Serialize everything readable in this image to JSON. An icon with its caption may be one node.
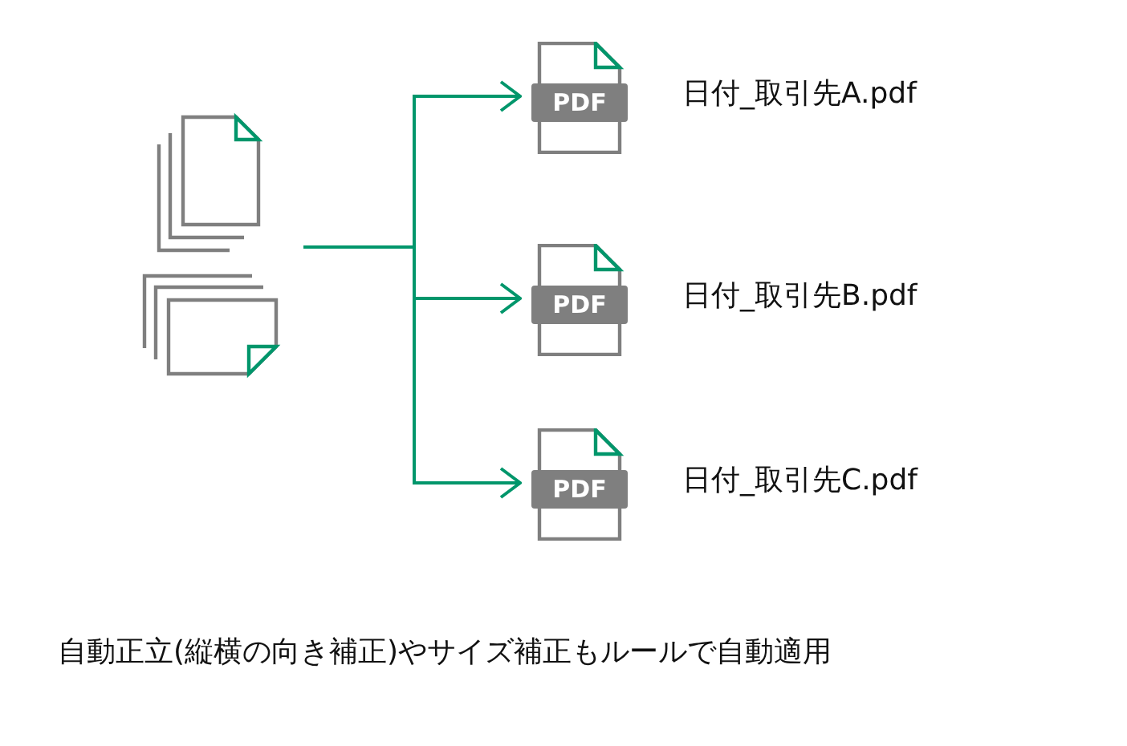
{
  "diagram": {
    "nodes": [
      {
        "text": [],
        "shape": "picture"
      },
      {
        "text": [
          "PDF"
        ],
        "beside": [
          "日付_取引先A.pdf"
        ]
      },
      {
        "text": [
          "PDF"
        ],
        "beside": [
          "日付_取引先B.pdf"
        ]
      },
      {
        "text": [
          "PDF"
        ],
        "beside": [
          "日付_取引先C.pdf"
        ]
      }
    ],
    "edges": [
      {
        "from": 0,
        "to": 1,
        "arrow": "to"
      },
      {
        "from": 0,
        "to": 2,
        "arrow": "to"
      },
      {
        "from": 0,
        "to": 3,
        "arrow": "to"
      }
    ],
    "labels": [
      "自動正立(縦横の向き補正)やサイズ補正もルールで自動適用"
    ]
  }
}
